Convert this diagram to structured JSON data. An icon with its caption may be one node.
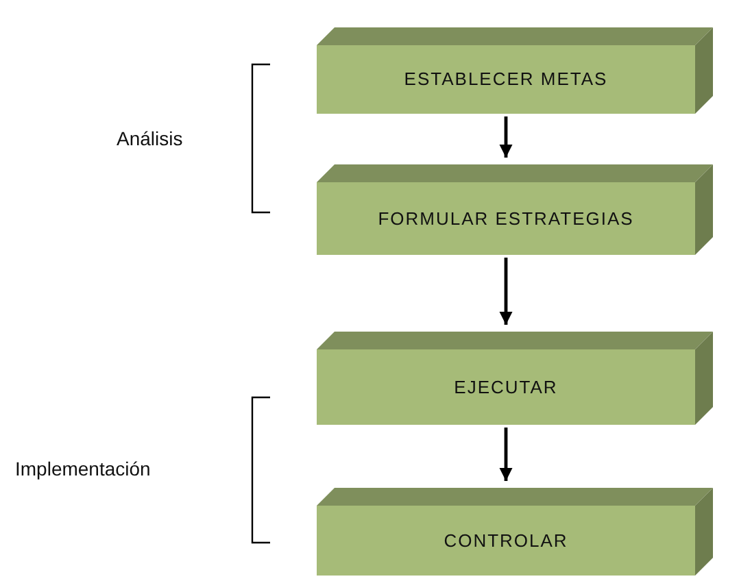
{
  "diagram": {
    "nodes": [
      {
        "text": [
          "ESTABLECER METAS"
        ]
      },
      {
        "text": [
          "FORMULAR ESTRATEGIAS"
        ]
      },
      {
        "text": [
          "EJECUTAR"
        ]
      },
      {
        "text": [
          "CONTROLAR"
        ]
      }
    ],
    "edges": [
      {
        "from": 0,
        "to": 1,
        "arrow": "to"
      },
      {
        "from": 1,
        "to": 2,
        "arrow": "to"
      },
      {
        "from": 2,
        "to": 3,
        "arrow": "to"
      }
    ],
    "labels": [
      "Análisis",
      "Implementación"
    ]
  }
}
